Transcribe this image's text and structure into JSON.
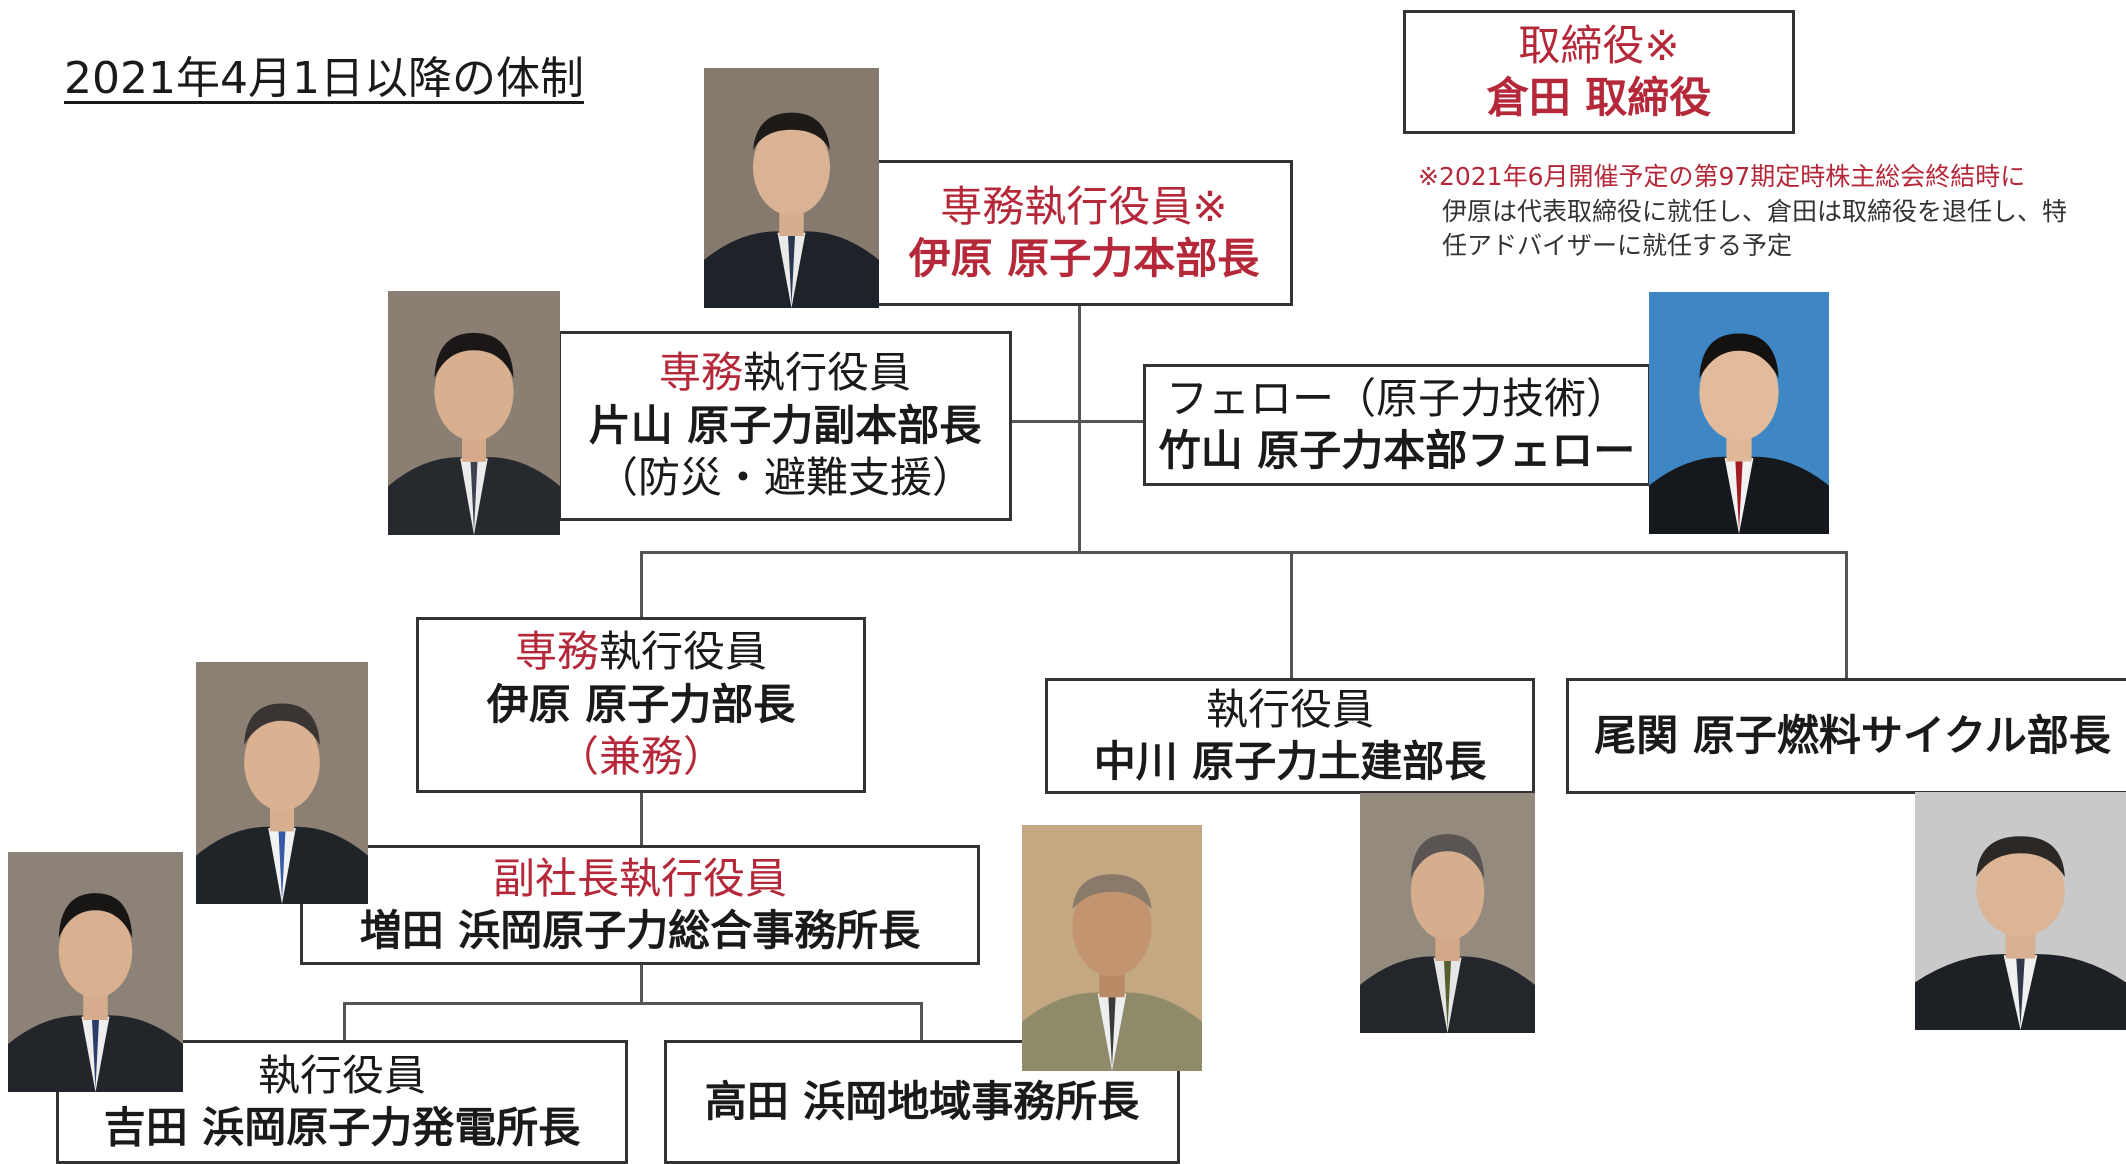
{
  "title": "2021年4月1日以降の体制",
  "board": {
    "role": "取締役※",
    "name": "倉田 取締役"
  },
  "note": {
    "line1": "※2021年6月開催予定の第97期定時株主総会終結時に",
    "line2": "伊原は代表取締役に就任し、倉田は取締役を退任し、特",
    "line3": "任アドバイザーに就任する予定"
  },
  "top": {
    "role": "専務執行役員※",
    "name": "伊原 原子力本部長"
  },
  "deputy": {
    "role_red": "専務",
    "role_rest": "執行役員",
    "name": "片山 原子力副本部長",
    "sub": "（防災・避難支援）"
  },
  "fellow": {
    "role": "フェロー（原子力技術）",
    "name": "竹山 原子力本部フェロー"
  },
  "nuclear_dept": {
    "role_red": "専務",
    "role_rest": "執行役員",
    "name": "伊原 原子力部長",
    "sub": "（兼務）"
  },
  "civil": {
    "role": "執行役員",
    "name": "中川 原子力土建部長"
  },
  "fuel": {
    "name": "尾関 原子燃料サイクル部長"
  },
  "hamaoka_general": {
    "role": "副社長執行役員",
    "name": "増田 浜岡原子力総合事務所長"
  },
  "plant": {
    "role": "執行役員",
    "name": "吉田 浜岡原子力発電所長"
  },
  "regional": {
    "name": "高田 浜岡地域事務所長"
  },
  "colors": {
    "accent_red": "#b5283a",
    "line": "#555555",
    "photo_bg_brown": "#8a7f72",
    "photo_bg_blue": "#3f86c4"
  }
}
